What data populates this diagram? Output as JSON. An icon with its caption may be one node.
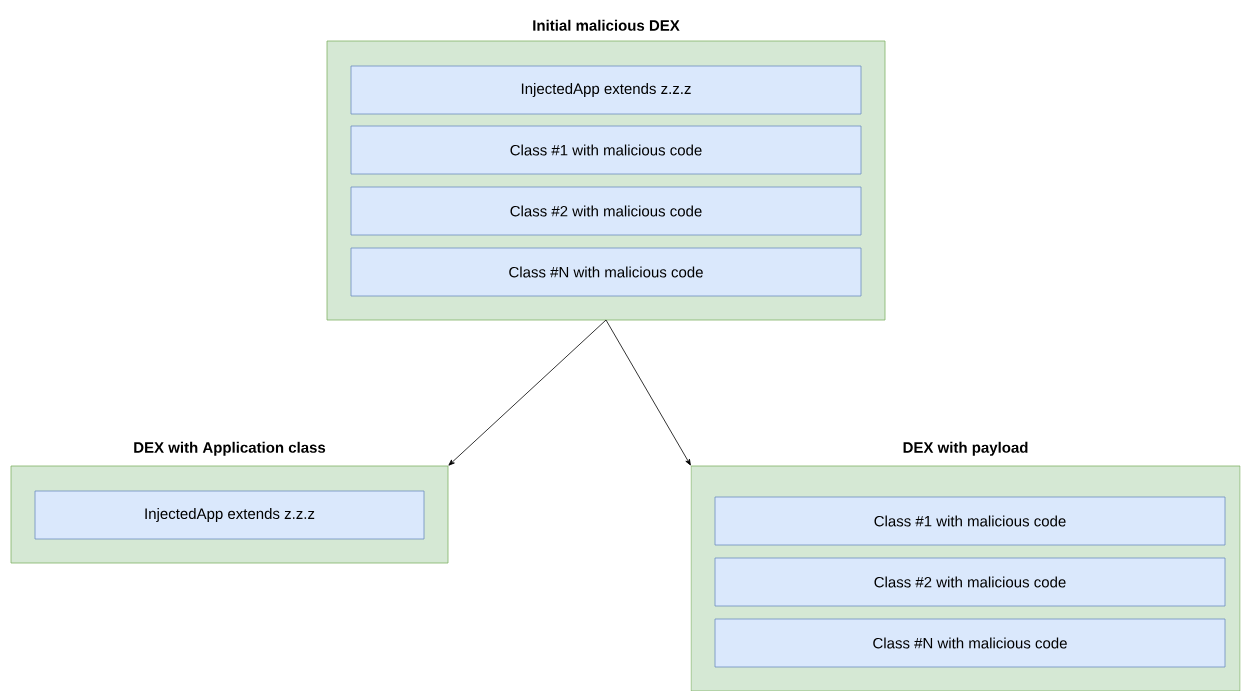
{
  "diagram": {
    "nodes": [
      {
        "text": [
          "Initial malicious DEX"
        ]
      },
      {
        "text": [
          "InjectedApp extends z.z.z"
        ],
        "in": 0
      },
      {
        "text": [
          "Class #1 with malicious code"
        ],
        "in": 0
      },
      {
        "text": [
          "Class #2 with malicious code"
        ],
        "in": 0
      },
      {
        "text": [
          "Class #N with malicious code"
        ],
        "in": 0
      },
      {
        "text": [
          "DEX with Application class"
        ]
      },
      {
        "text": [
          "InjectedApp extends z.z.z"
        ],
        "in": 5
      },
      {
        "text": [
          "DEX with payload"
        ]
      },
      {
        "text": [
          "Class #1 with malicious code"
        ],
        "in": 7
      },
      {
        "text": [
          "Class #2 with malicious code"
        ],
        "in": 7
      },
      {
        "text": [
          "Class #N with malicious code"
        ],
        "in": 7
      }
    ],
    "edges": [
      {
        "from": 0,
        "to": 5,
        "arrow": "to"
      },
      {
        "from": 0,
        "to": 7,
        "arrow": "to"
      }
    ]
  }
}
